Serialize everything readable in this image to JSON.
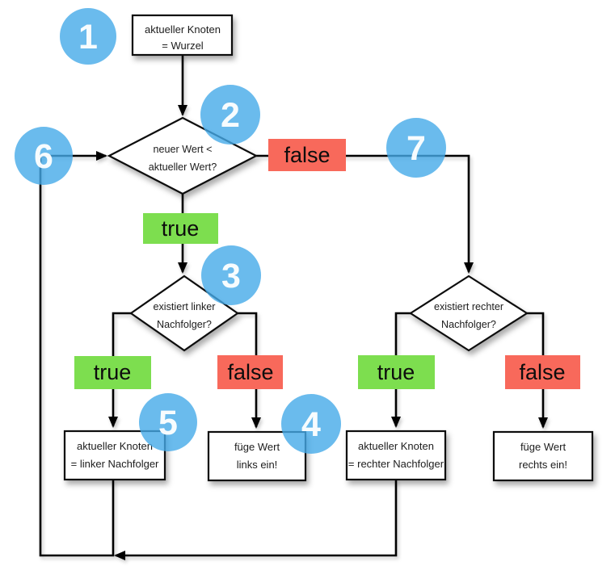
{
  "diagram": {
    "description": "Flowchart for inserting a value into a binary search tree (German)",
    "nodes": {
      "start": {
        "line1": "aktueller Knoten",
        "line2": "= Wurzel"
      },
      "root_decision": {
        "line1": "neuer Wert <",
        "line2": "aktueller Wert?"
      },
      "left_decision": {
        "line1": "existiert linker",
        "line2": "Nachfolger?"
      },
      "right_decision": {
        "line1": "existiert rechter",
        "line2": "Nachfolger?"
      },
      "set_left": {
        "line1": "aktueller Knoten",
        "line2": "= linker Nachfolger"
      },
      "insert_left": {
        "line1": "füge Wert",
        "line2": "links ein!"
      },
      "set_right": {
        "line1": "aktueller Knoten",
        "line2": "= rechter Nachfolger"
      },
      "insert_right": {
        "line1": "füge Wert",
        "line2": "rechts ein!"
      }
    },
    "labels": {
      "true_text": "true",
      "false_text": "false"
    },
    "step_badges": [
      "1",
      "2",
      "3",
      "4",
      "5",
      "6",
      "7"
    ],
    "colors": {
      "badge_blue": "#45AAE9",
      "true_green": "#7DDE4F",
      "false_red": "#F8695B",
      "wire_black": "#000000"
    }
  }
}
